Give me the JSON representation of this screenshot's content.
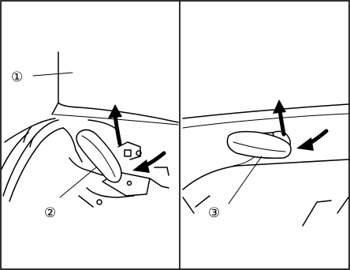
{
  "panels": [
    {
      "id": "left",
      "callouts": [
        {
          "number": "①"
        },
        {
          "number": "②"
        }
      ]
    },
    {
      "id": "right",
      "callouts": [
        {
          "number": "③"
        }
      ]
    }
  ],
  "colors": {
    "stroke": "#000000",
    "background": "#ffffff",
    "hatch_fill": "#ffffff"
  },
  "icons": [
    "curved-arrow-up-icon",
    "curved-arrow-down-icon"
  ]
}
